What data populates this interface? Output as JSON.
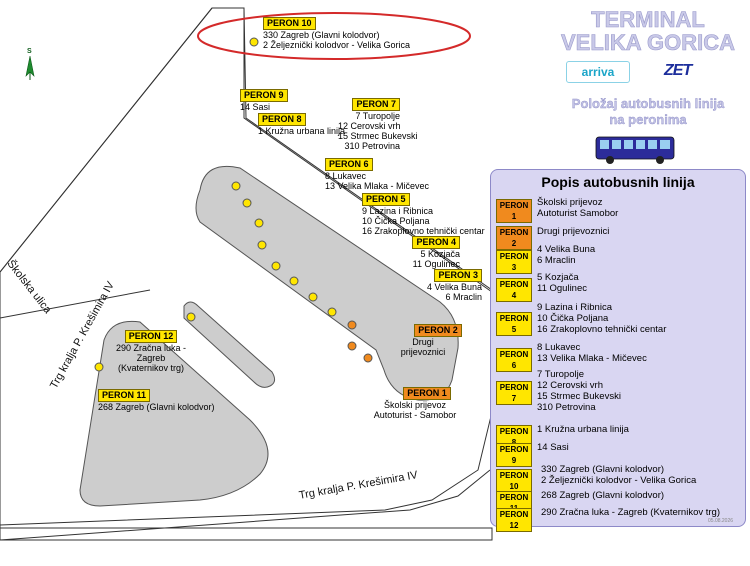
{
  "title": {
    "line1": "TERMINAL",
    "line2": "VELIKA GORICA"
  },
  "subtitle": {
    "line1": "Položaj autobusnih linija",
    "line2": "na peronima"
  },
  "logos": {
    "arriva": "arriva",
    "zet": "ZET"
  },
  "compass": {
    "label": "S"
  },
  "streets": {
    "skolska": "Školska ulica",
    "kresimira_left": "Trg kralja P. Krešimira IV",
    "kresimira_bottom": "Trg kralja P. Krešimira IV"
  },
  "colors": {
    "platform": "#cdcdcd",
    "platform_stroke": "#555555",
    "panel": "#d9d6f2",
    "yellow": "#ffe600",
    "orange": "#f08a1e",
    "highlight": "#d42a2a"
  },
  "map_platforms": [
    {
      "id": "peron10",
      "label": "PERON 10",
      "color": "yellow",
      "lines": [
        "330 Zagreb (Glavni kolodvor)",
        "2 Željeznički kolodvor - Velika Gorica"
      ]
    },
    {
      "id": "peron9",
      "label": "PERON 9",
      "color": "yellow",
      "lines": [
        "14 Sasi"
      ]
    },
    {
      "id": "peron8",
      "label": "PERON 8",
      "color": "yellow",
      "lines": [
        "1 Kružna urbana linija"
      ]
    },
    {
      "id": "peron7",
      "label": "PERON 7",
      "color": "yellow",
      "lines": [
        "7 Turopolje",
        "12 Cerovski vrh",
        "15 Strmec Bukevski",
        "310 Petrovina"
      ]
    },
    {
      "id": "peron6",
      "label": "PERON 6",
      "color": "yellow",
      "lines": [
        "8 Lukavec",
        "13 Velika Mlaka - Mičevec"
      ]
    },
    {
      "id": "peron5",
      "label": "PERON 5",
      "color": "yellow",
      "lines": [
        "9 Lazina i Ribnica",
        "10 Čička Poljana",
        "16 Zrakoplovno tehnički centar"
      ]
    },
    {
      "id": "peron4",
      "label": "PERON 4",
      "color": "yellow",
      "lines": [
        "5 Kozjača",
        "11 Ogulinec"
      ]
    },
    {
      "id": "peron3",
      "label": "PERON 3",
      "color": "yellow",
      "lines": [
        "4 Velika Buna",
        "6 Mraclin"
      ]
    },
    {
      "id": "peron2",
      "label": "PERON 2",
      "color": "orange",
      "lines": [
        "Drugi",
        "prijevoznici"
      ]
    },
    {
      "id": "peron1",
      "label": "PERON 1",
      "color": "orange",
      "lines": [
        "Školski prijevoz",
        "Autoturist - Samobor"
      ]
    },
    {
      "id": "peron12",
      "label": "PERON 12",
      "color": "yellow",
      "lines": [
        "290 Zračna luka -",
        "Zagreb",
        "(Kvaternikov trg)"
      ]
    },
    {
      "id": "peron11",
      "label": "PERON 11",
      "color": "yellow",
      "lines": [
        "268 Zagreb (Glavni kolodvor)"
      ]
    }
  ],
  "list": {
    "title": "Popis autobusnih linija",
    "rows": [
      {
        "label": "PERON 1",
        "color": "orange",
        "lines": [
          "Školski prijevoz",
          "Autoturist Samobor"
        ]
      },
      {
        "label": "PERON 2",
        "color": "orange",
        "lines": [
          "Drugi prijevoznici"
        ]
      },
      {
        "label": "PERON 3",
        "color": "yellow",
        "lines": [
          "4 Velika Buna",
          "6 Mraclin"
        ]
      },
      {
        "label": "PERON 4",
        "color": "yellow",
        "lines": [
          "5  Kozjača",
          "11 Ogulinec"
        ]
      },
      {
        "label": "PERON 5",
        "color": "yellow",
        "lines": [
          "9 Lazina i Ribnica",
          "10 Čička Poljana",
          "16 Zrakoplovno tehnički centar"
        ]
      },
      {
        "label": "PERON 6",
        "color": "yellow",
        "lines": [
          "8 Lukavec",
          "13 Velika Mlaka - Mičevec"
        ]
      },
      {
        "label": "PERON 7",
        "color": "yellow",
        "lines": [
          "7 Turopolje",
          "12 Cerovski vrh",
          "15 Strmec Bukevski",
          "310 Petrovina"
        ]
      },
      {
        "label": "PERON 8",
        "color": "yellow",
        "lines": [
          "1 Kružna urbana linija"
        ]
      },
      {
        "label": "PERON 9",
        "color": "yellow",
        "lines": [
          "14 Sasi"
        ]
      },
      {
        "label": "PERON 10",
        "color": "yellow",
        "lines": [
          "330 Zagreb (Glavni kolodvor)",
          "2 Željeznički kolodvor - Velika Gorica"
        ]
      },
      {
        "label": "PERON 11",
        "color": "yellow",
        "lines": [
          "268 Zagreb (Glavni kolodvor)"
        ]
      },
      {
        "label": "PERON 12",
        "color": "yellow",
        "lines": [
          "290 Zračna luka - Zagreb (Kvaternikov trg)"
        ]
      }
    ],
    "date": "05.08.2026"
  }
}
